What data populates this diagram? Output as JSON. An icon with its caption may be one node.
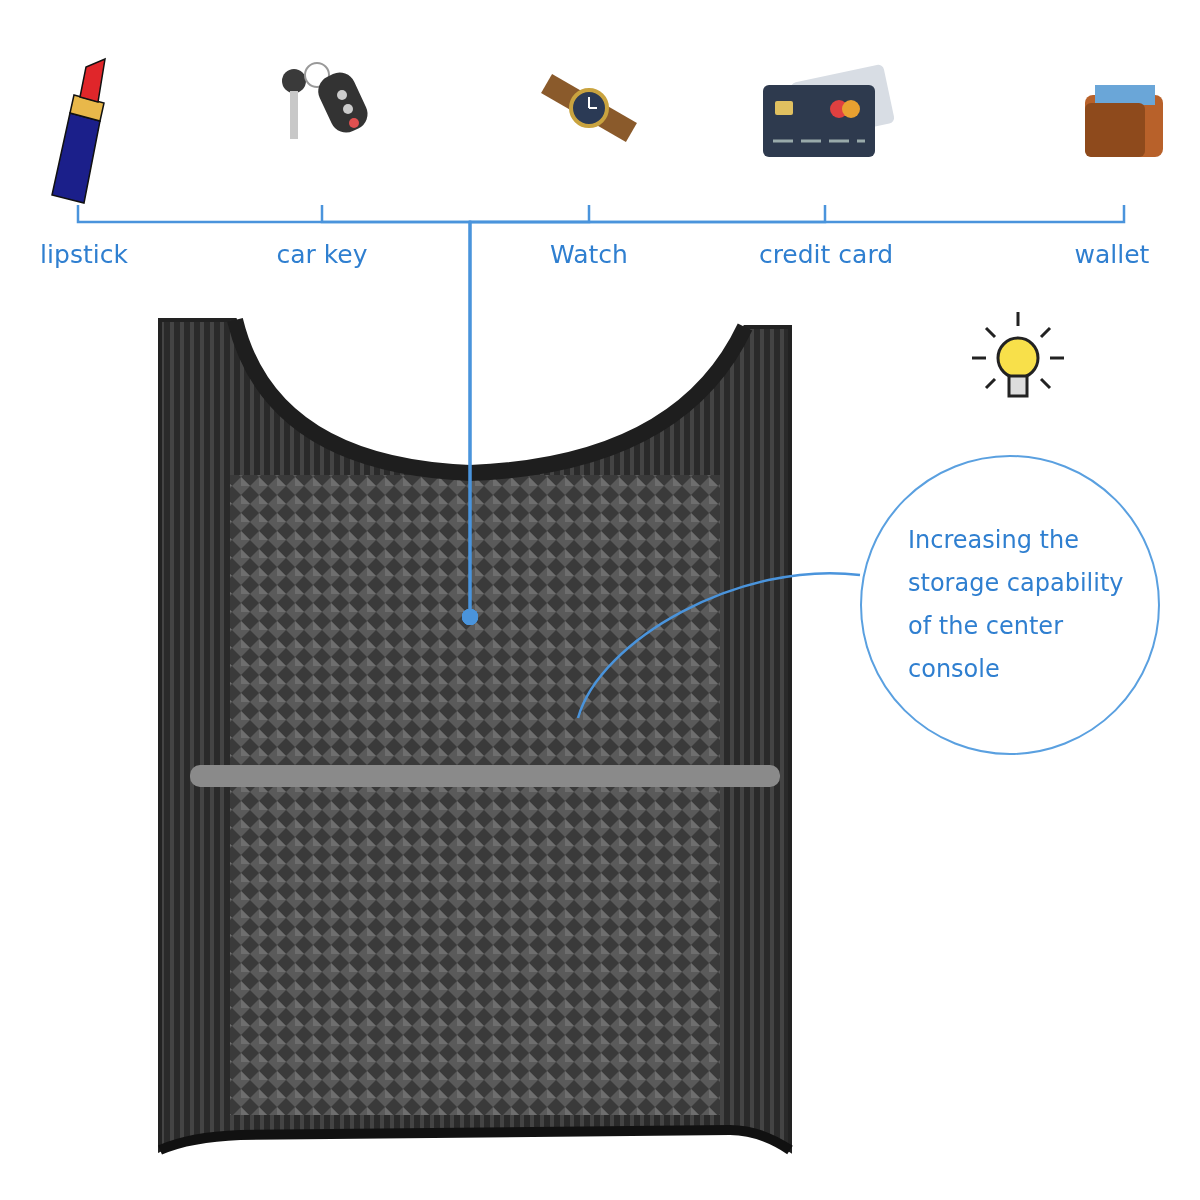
{
  "diagram": {
    "nodes": [
      {
        "text": [],
        "shape": "picture"
      },
      {
        "text": [],
        "shape": "picture"
      },
      {
        "text": [],
        "shape": "picture"
      },
      {
        "text": [],
        "shape": "picture"
      },
      {
        "text": [],
        "shape": "picture"
      },
      {
        "text": [],
        "shape": "picture"
      },
      {
        "text": [
          "Increasing the storage capability of the center console"
        ]
      }
    ],
    "edges": [
      {
        "from": 0,
        "to": 5,
        "arrow": "other"
      },
      {
        "from": 1,
        "to": 5,
        "arrow": "other"
      },
      {
        "from": 2,
        "to": 5,
        "arrow": "other"
      },
      {
        "from": 3,
        "to": 5,
        "arrow": "other"
      },
      {
        "from": 4,
        "to": 5,
        "arrow": "other"
      },
      {
        "from": 6,
        "to": 5,
        "arrow": "none"
      }
    ],
    "labels": [
      "lipstick",
      "car key",
      "Watch",
      "credit card",
      "wallet"
    ]
  }
}
